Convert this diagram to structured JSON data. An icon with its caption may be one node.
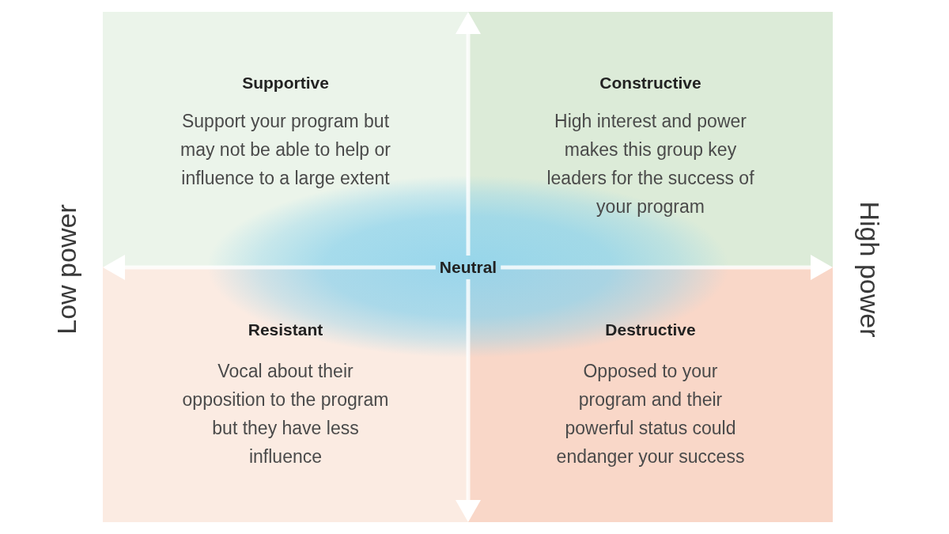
{
  "diagram": {
    "nodes": [
      {
        "text": [
          "Supportive",
          "Support your program but may not be able to help or influence to a large extent"
        ]
      },
      {
        "text": [
          "Constructive",
          "High interest and power makes this group key leaders for the success of your program"
        ]
      },
      {
        "text": [
          "Neutral"
        ]
      },
      {
        "text": [
          "Resistant",
          "Vocal about their opposition to the program but they have less influence"
        ]
      },
      {
        "text": [
          "Destructive",
          "Opposed to your program and their powerful status could endanger your success"
        ]
      }
    ],
    "labels": [
      "Low power",
      "High power"
    ]
  }
}
